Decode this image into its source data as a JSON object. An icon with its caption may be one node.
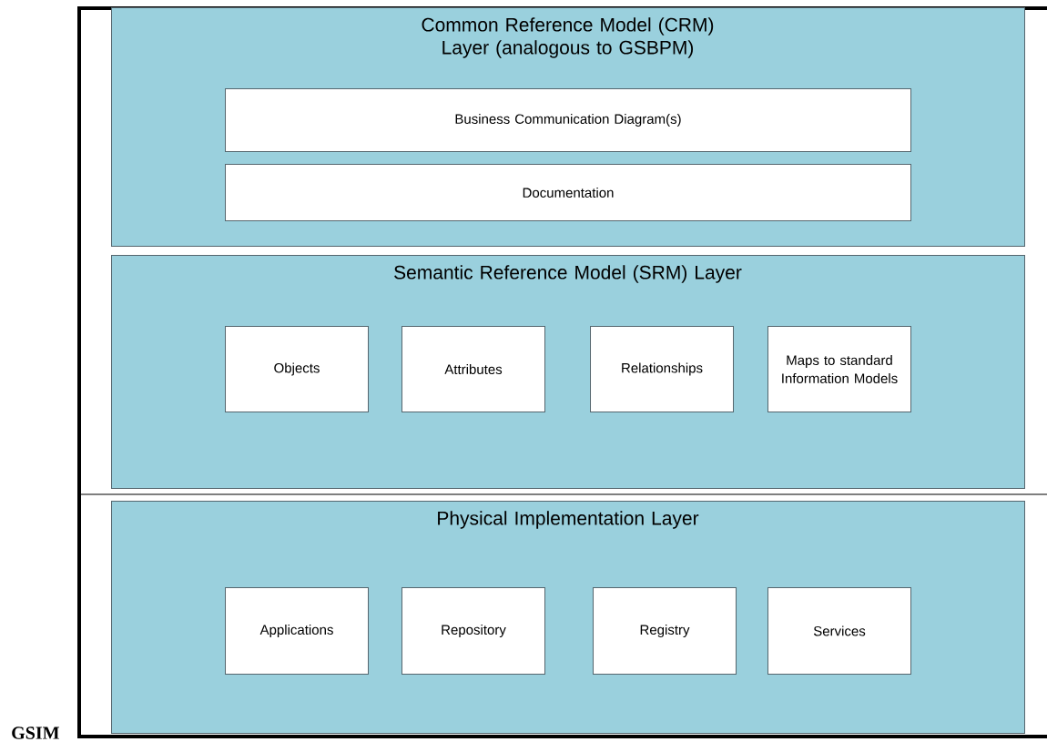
{
  "diagram": {
    "nodes": [
      {
        "text": [
          "Common Reference Model (CRM) Layer (analogous to GSBPM)"
        ]
      },
      {
        "text": [
          "Business Communication Diagram(s)"
        ],
        "in": 0
      },
      {
        "text": [
          "Documentation"
        ],
        "in": 0
      },
      {
        "text": [
          "Semantic Reference Model (SRM) Layer"
        ]
      },
      {
        "text": [
          "Objects"
        ],
        "in": 3
      },
      {
        "text": [
          "Attributes"
        ],
        "in": 3
      },
      {
        "text": [
          "Relationships"
        ],
        "in": 3
      },
      {
        "text": [
          "Maps to standard Information Models"
        ],
        "in": 3
      },
      {
        "text": [
          "Physical Implementation Layer"
        ]
      },
      {
        "text": [
          "Applications"
        ],
        "in": 8
      },
      {
        "text": [
          "Repository"
        ],
        "in": 8
      },
      {
        "text": [
          "Registry"
        ],
        "in": 8
      },
      {
        "text": [
          "Services"
        ],
        "in": 8
      }
    ],
    "labels": [
      "GSIM"
    ]
  }
}
